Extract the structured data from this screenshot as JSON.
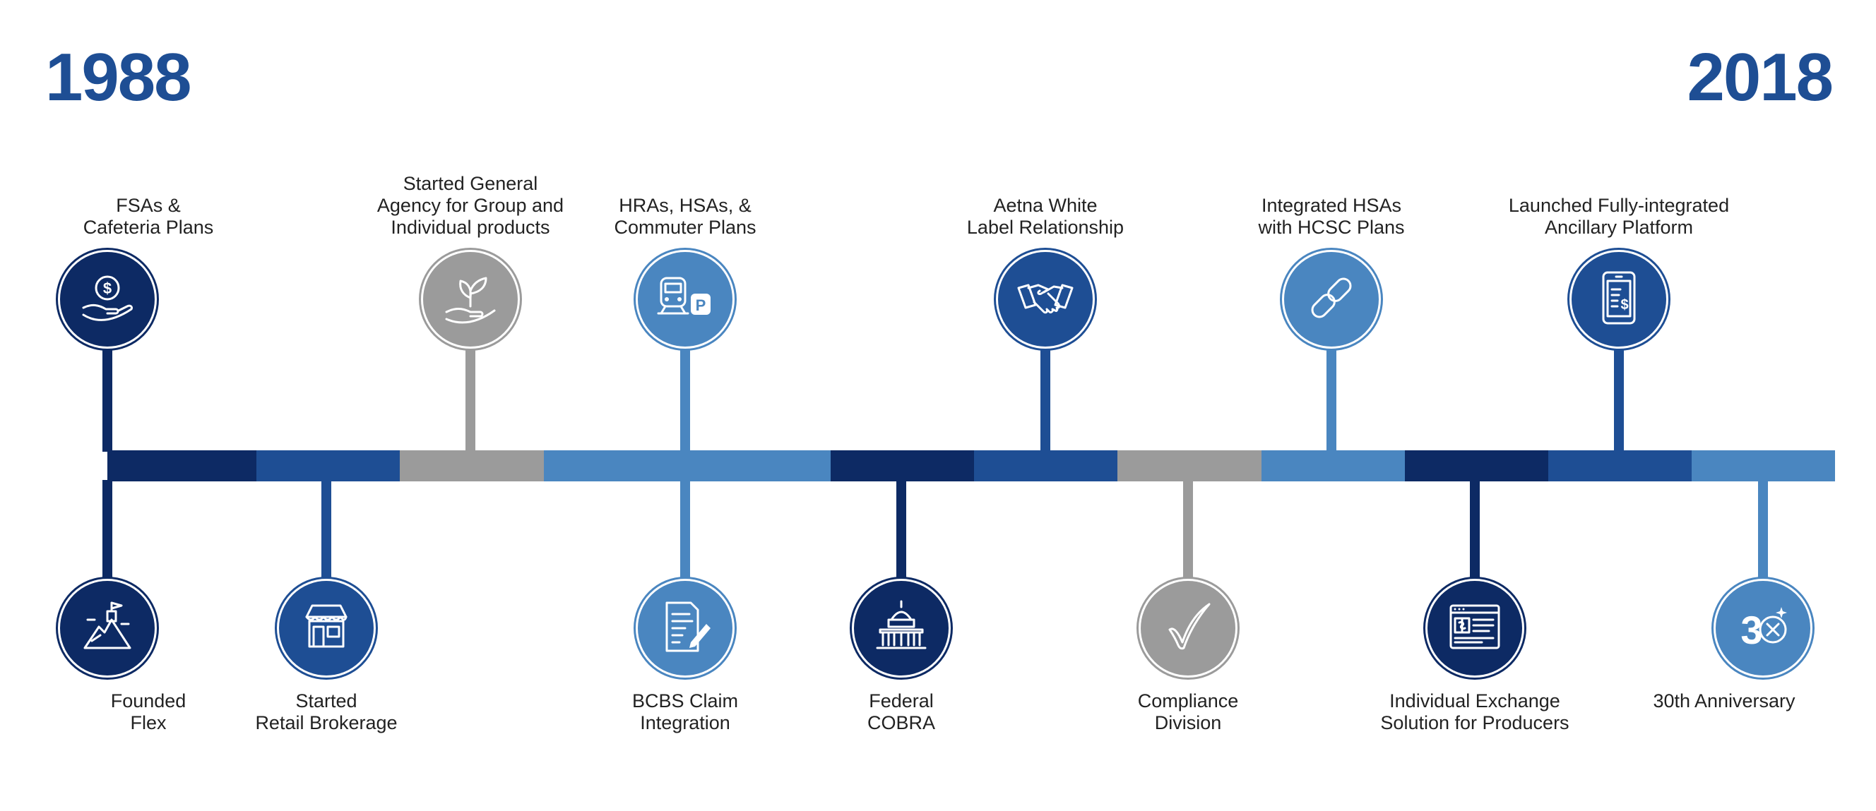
{
  "timeline": {
    "start_year": "1988",
    "end_year": "2018",
    "colors": {
      "navy": "#0d2a64",
      "blue": "#1e4e94",
      "light": "#4a86c0",
      "gray": "#9b9b9b",
      "year": "#1e4e94"
    },
    "segments": [
      "navy",
      "blue",
      "gray",
      "light",
      "light",
      "navy",
      "blue",
      "gray",
      "light",
      "navy",
      "blue",
      "light"
    ],
    "events": [
      {
        "label": "FSAs &\nCafeteria Plans",
        "position": "top",
        "color": "navy",
        "icon": "money-hand-icon"
      },
      {
        "label": "Founded\nFlex",
        "position": "bottom",
        "color": "navy",
        "icon": "mountain-flag-icon"
      },
      {
        "label": "Started\nRetail Brokerage",
        "position": "bottom",
        "color": "blue",
        "icon": "storefront-icon"
      },
      {
        "label": "Started General\nAgency for Group and\nIndividual products",
        "position": "top",
        "color": "gray",
        "icon": "plant-hand-icon"
      },
      {
        "label": "HRAs, HSAs, &\nCommuter Plans",
        "position": "top",
        "color": "light",
        "icon": "train-parking-icon"
      },
      {
        "label": "BCBS Claim\nIntegration",
        "position": "bottom",
        "color": "light",
        "icon": "document-pen-icon"
      },
      {
        "label": "Federal\nCOBRA",
        "position": "bottom",
        "color": "navy",
        "icon": "capitol-icon"
      },
      {
        "label": "Aetna White\nLabel Relationship",
        "position": "top",
        "color": "blue",
        "icon": "handshake-icon"
      },
      {
        "label": "Compliance\nDivision",
        "position": "bottom",
        "color": "gray",
        "icon": "checkmark-icon"
      },
      {
        "label": "Integrated HSAs\nwith HCSC Plans",
        "position": "top",
        "color": "light",
        "icon": "chain-link-icon"
      },
      {
        "label": "Individual Exchange\nSolution for Producers",
        "position": "bottom",
        "color": "navy",
        "icon": "medical-window-icon"
      },
      {
        "label": "Launched Fully-integrated\nAncillary Platform",
        "position": "top",
        "color": "blue",
        "icon": "tablet-dollar-icon"
      },
      {
        "label": "30th Anniversary",
        "position": "bottom",
        "color": "light",
        "icon": "thirty-anniversary-icon"
      }
    ]
  }
}
